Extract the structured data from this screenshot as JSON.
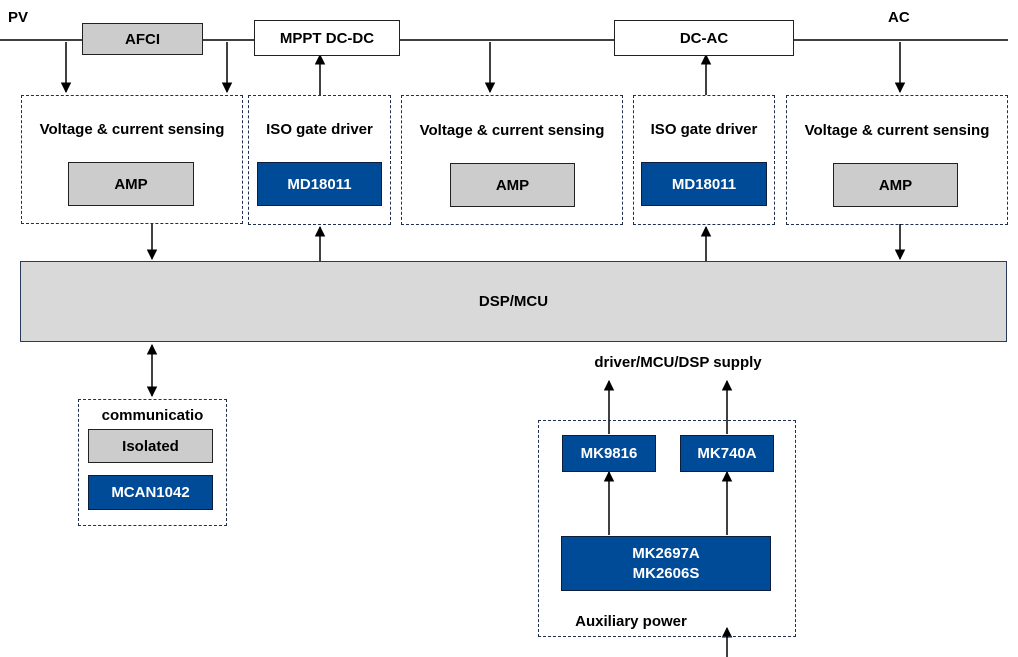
{
  "labels": {
    "pv": "PV",
    "ac": "AC",
    "afci": "AFCI",
    "mppt": "MPPT DC-DC",
    "dcac": "DC-AC",
    "sensing": "Voltage & current sensing",
    "iso_gate": "ISO gate driver",
    "amp": "AMP",
    "md": "MD18011",
    "dsp": "DSP/MCU",
    "communication": "communicatio",
    "isolated": "Isolated",
    "mcan": "MCAN1042",
    "supply": "driver/MCU/DSP supply",
    "mk9816": "MK9816",
    "mk740a": "MK740A",
    "mk2697a": "MK2697A",
    "mk2606s": "MK2606S",
    "aux": "Auxiliary power"
  }
}
